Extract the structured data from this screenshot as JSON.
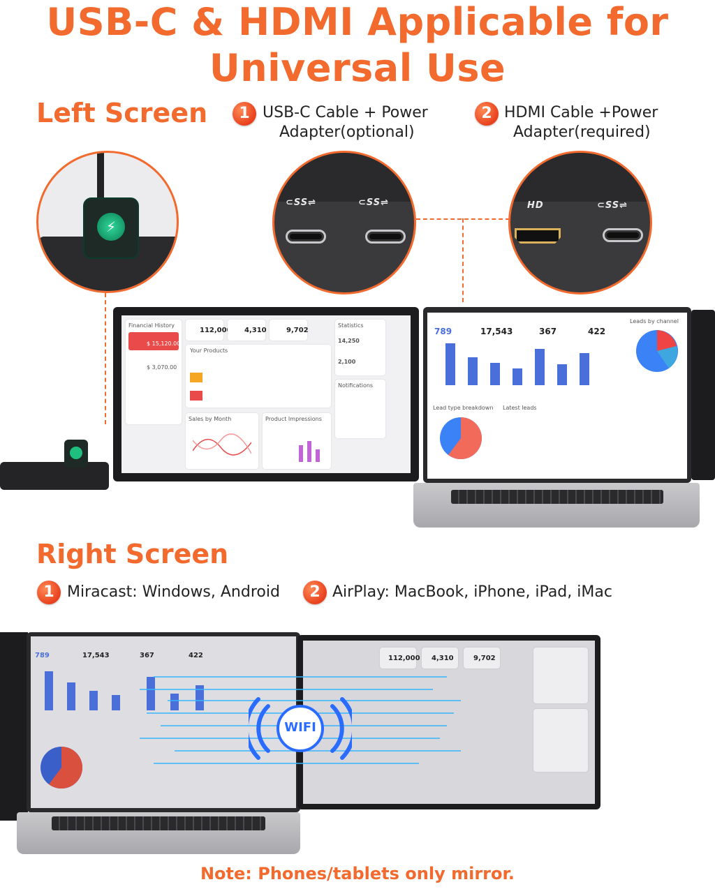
{
  "headline": {
    "line1": "USB-C & HDMI Applicable for",
    "line2": "Universal Use"
  },
  "left_screen": {
    "title": "Left Screen",
    "option1_number": "1",
    "option1_line1": "USB-C Cable + Power",
    "option1_line2": "Adapter(optional)",
    "option2_number": "2",
    "option2_line1": "HDMI Cable +Power",
    "option2_line2": "Adapter(required)",
    "port_labels": {
      "usbc_a": "⊂SS⇌",
      "usbc_b": "⊂SS⇌",
      "hdmi": "HD",
      "usbc_c": "⊂SS⇌"
    }
  },
  "dashboard": {
    "left_monitor": {
      "values": [
        "112,000",
        "4,310",
        "9,702",
        "14,250",
        "2,100",
        "$ 3,070.00",
        "$ 15,120.00"
      ],
      "titles": [
        "Financial History",
        "Your Products",
        "Statistics",
        "Notifications",
        "Sales by Month",
        "Product Impressions"
      ]
    },
    "laptop": {
      "kpis": [
        "789",
        "17,543",
        "367",
        "422"
      ],
      "titles": [
        "Leads by channel",
        "Lead type breakdown",
        "Latest leads"
      ]
    }
  },
  "right_screen": {
    "title": "Right Screen",
    "option1_number": "1",
    "option1_label": "Miracast: Windows, Android",
    "option2_number": "2",
    "option2_label": "AirPlay: MacBook, iPhone, iPad, iMac",
    "wifi_label": "WIFI"
  },
  "note": "Note: Phones/tablets only mirror.",
  "colors": {
    "accent": "#f26a2e",
    "badge": "#e8411e",
    "chart_blue": "#4a6fd8",
    "wifi_blue": "#2a6cff"
  }
}
